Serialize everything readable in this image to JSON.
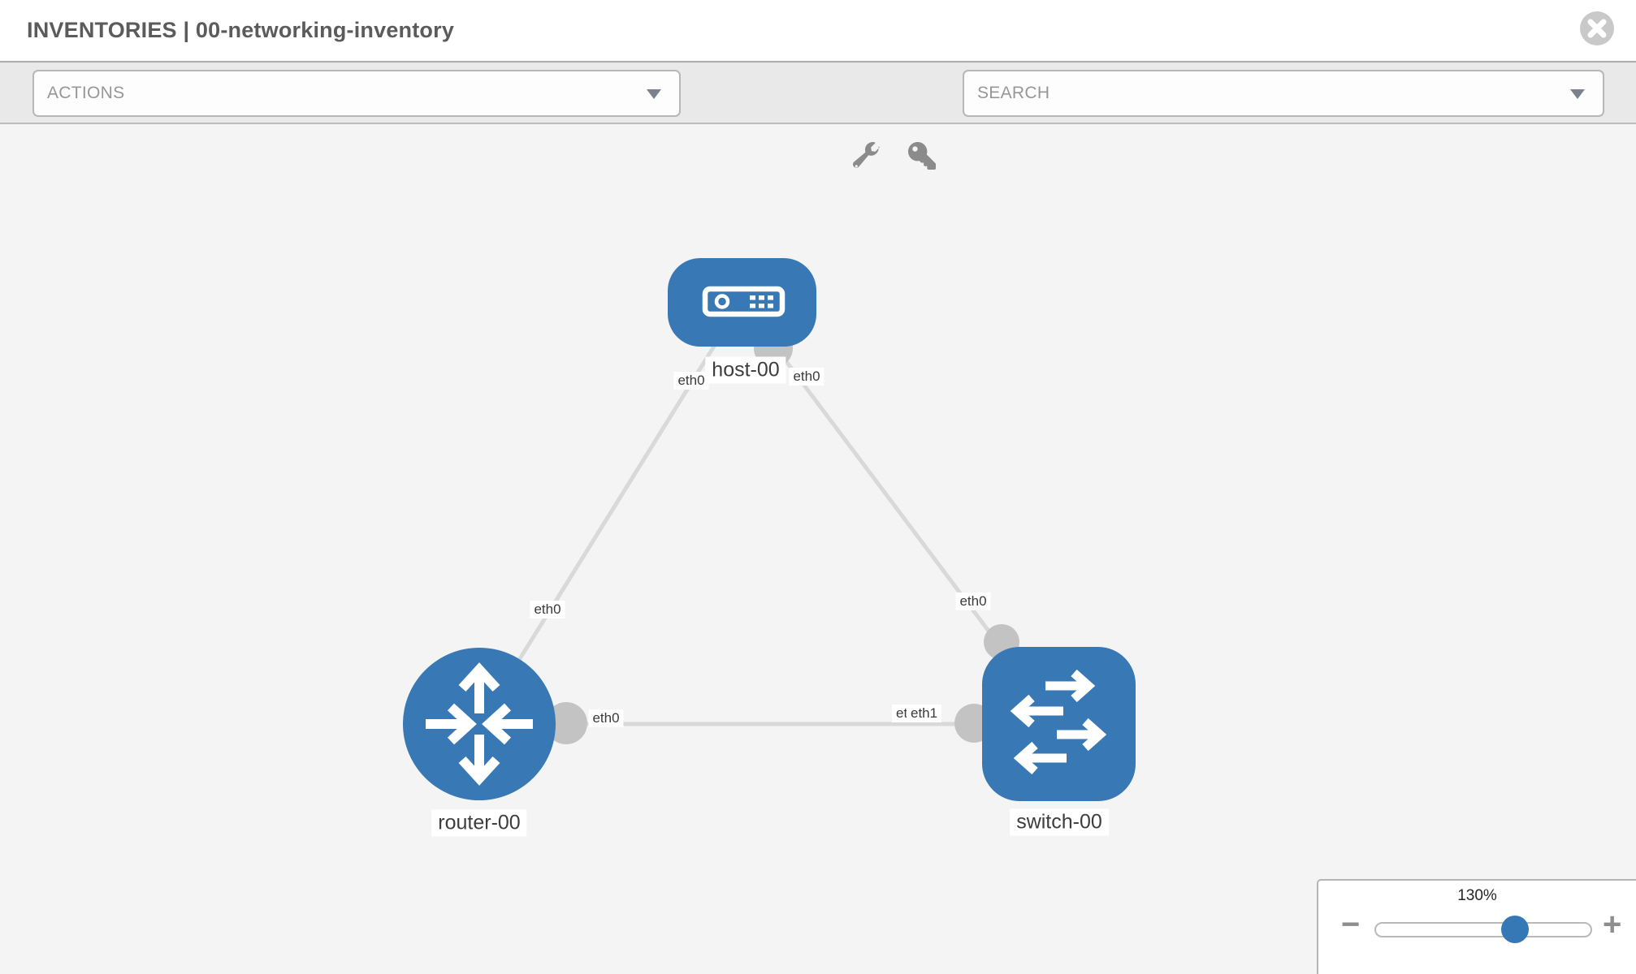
{
  "header": {
    "title": "INVENTORIES | 00-networking-inventory"
  },
  "toolbar": {
    "actions_dropdown": {
      "label": "ACTIONS"
    },
    "search_dropdown": {
      "placeholder": "SEARCH"
    },
    "icons": [
      "wrench-icon",
      "key-icon"
    ]
  },
  "diagram": {
    "nodes": [
      {
        "id": "host-00",
        "type": "host",
        "label": "host-00"
      },
      {
        "id": "router-00",
        "type": "router",
        "label": "router-00"
      },
      {
        "id": "switch-00",
        "type": "switch",
        "label": "switch-00"
      }
    ],
    "links": [
      {
        "from": "router-00",
        "to": "host-00",
        "from_interface": "eth0",
        "to_interface": "eth0"
      },
      {
        "from": "host-00",
        "to": "switch-00",
        "from_interface": "eth0",
        "to_interface": "eth0"
      },
      {
        "from": "router-00",
        "to": "switch-00",
        "from_interface": "eth0",
        "to_interface": "eth1",
        "to_interface_overlapped_label": "eth0"
      }
    ]
  },
  "zoom_control": {
    "level": "130%",
    "minus_label": "−",
    "plus_label": "+"
  },
  "colors": {
    "node_blue": "#3878b5",
    "link_gray": "#d9d9d9",
    "port_gray": "#c3c3c3",
    "canvas_bg": "#f4f4f4",
    "close_icon_gray": "#c9c9c9"
  }
}
